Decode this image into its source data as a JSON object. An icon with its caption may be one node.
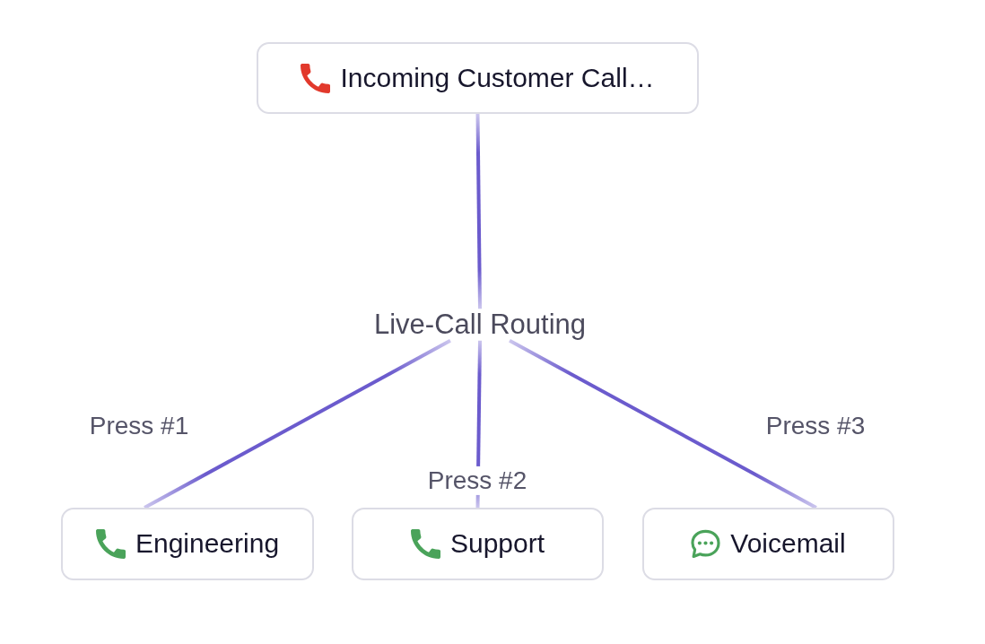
{
  "diagram": {
    "nodes": [
      {
        "text": [
          "Incoming Customer Call…"
        ]
      },
      {
        "text": [
          "Live-Call Routing"
        ]
      },
      {
        "text": [
          "Engineering"
        ]
      },
      {
        "text": [
          "Support"
        ]
      },
      {
        "text": [
          "Voicemail"
        ]
      }
    ],
    "edges": [
      {
        "from": 0,
        "to": 1,
        "arrow": "none"
      },
      {
        "from": 1,
        "to": 2,
        "arrow": "none",
        "label": "Press #1"
      },
      {
        "from": 1,
        "to": 3,
        "arrow": "none",
        "label": "Press #2"
      },
      {
        "from": 1,
        "to": 4,
        "arrow": "none",
        "label": "Press #3"
      }
    ]
  }
}
